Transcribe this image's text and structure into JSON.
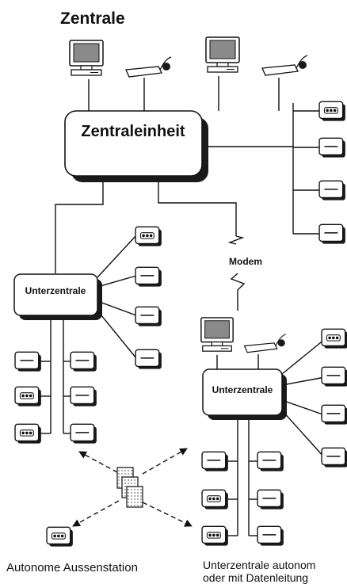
{
  "title": "Zentrale",
  "central_unit": "Zentraleinheit",
  "modem_label": "Modem",
  "substation_left": "Unterzentrale",
  "substation_right": "Unterzentrale",
  "caption_left": "Autonome Aussenstation",
  "caption_right_line1": "Unterzentrale autonom",
  "caption_right_line2": "oder mit Datenleitung",
  "colors": {
    "ink": "#111111",
    "paper": "#ffffff",
    "screen": "#8a8a8a"
  },
  "icons": [
    "monitor-icon",
    "keyboard-icon",
    "mouse-icon",
    "field-device-icon",
    "floppy-disks-icon"
  ]
}
